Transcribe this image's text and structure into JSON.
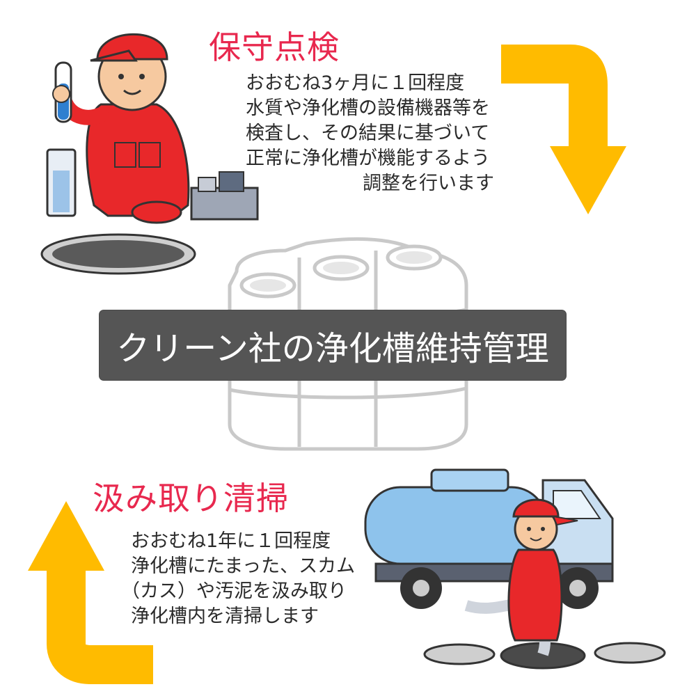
{
  "title": "クリーン社の浄化槽維持管理",
  "maintenance": {
    "heading": "保守点検",
    "lines": [
      "おおむね3ヶ月に１回程度",
      "水質や浄化槽の設備機器等を",
      "検査し、その結果に基づいて",
      "正常に浄化槽が機能するよう",
      "調整を行います"
    ]
  },
  "pumping": {
    "heading": "汲み取り清掃",
    "lines": [
      "おおむね1年に１回程度",
      "浄化槽にたまった、スカム",
      "（カス）や汚泥を汲み取り",
      "浄化槽内を清掃します"
    ]
  },
  "colors": {
    "heading": "#e8284e",
    "arrow": "#ffbb00",
    "banner": "#555555",
    "worker": "#e8282a"
  },
  "icons": [
    "worker-inspection-illustration",
    "septic-tank-icon",
    "vacuum-truck-illustration",
    "arrow-down-icon",
    "arrow-up-icon"
  ]
}
